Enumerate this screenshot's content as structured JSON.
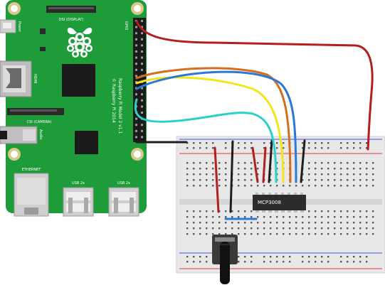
{
  "pi": {
    "dsi_label": "DSI (DISPLAY)",
    "power_label": "Power",
    "gpio_label": "GPIO",
    "hdmi_label": "HDMI",
    "csi_label": "CSI (CAMERA)",
    "audio_label": "Audio",
    "ethernet_label": "ETHERNET",
    "usb1_label": "USB 2x",
    "usb2_label": "USB 2x",
    "model_line1": "Raspberry Pi Model 2 v1.1",
    "model_line2": "© Raspberry Pi 2014",
    "board_color": "#1e9c3a"
  },
  "breadboard": {
    "chip_label": "MCP3008",
    "rail_positive_color": "#e33b3b",
    "rail_negative_color": "#3b4fe3"
  },
  "wires": {
    "colors": {
      "red": "#b41e1e",
      "orange": "#d26e1e",
      "yellow": "#f0e61e",
      "blue": "#2d78d2",
      "cyan": "#28d2c8",
      "black": "#1e1e1e"
    }
  }
}
